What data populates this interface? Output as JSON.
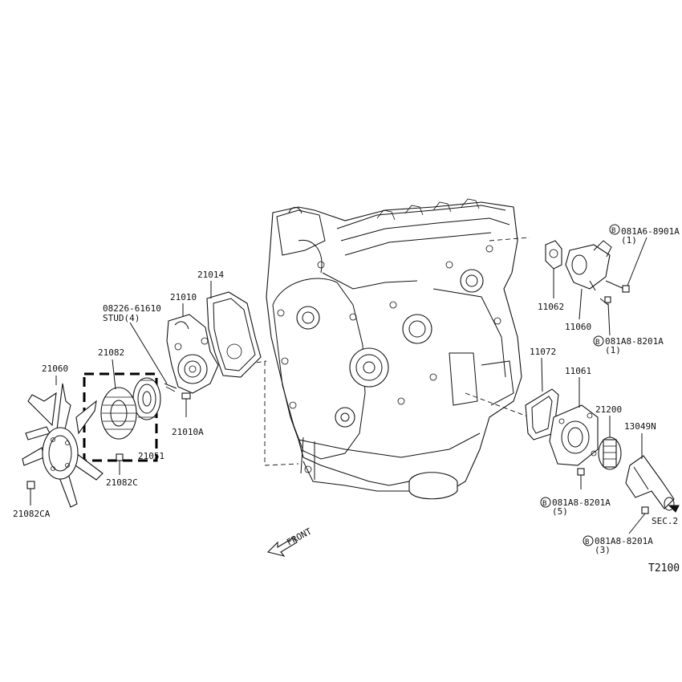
{
  "labels": {
    "p21014": "21014",
    "p21010": "21010",
    "stud_part": "08226-61610",
    "stud_qty": "STUD(4)",
    "p21082": "21082",
    "p21060": "21060",
    "p21051": "21051",
    "p21082c": "21082C",
    "p21010a": "21010A",
    "p21082ca": "21082CA",
    "bolt_top_part": "081A6-8901A",
    "bolt_top_qty": "(1)",
    "p11062": "11062",
    "p11060": "11060",
    "bolt_mid_part": "081A8-8201A",
    "bolt_mid_qty": "(1)",
    "p11072": "11072",
    "p11061": "11061",
    "p21200": "21200",
    "p13049n": "13049N",
    "bolt_low_part": "081A8-8201A",
    "bolt_low_qty": "(5)",
    "bolt_bot_part": "081A8-8201A",
    "bolt_bot_qty": "(3)",
    "sec": "SEC.2",
    "front": "FRONT",
    "ref": "T2100",
    "b_marker": "B"
  }
}
